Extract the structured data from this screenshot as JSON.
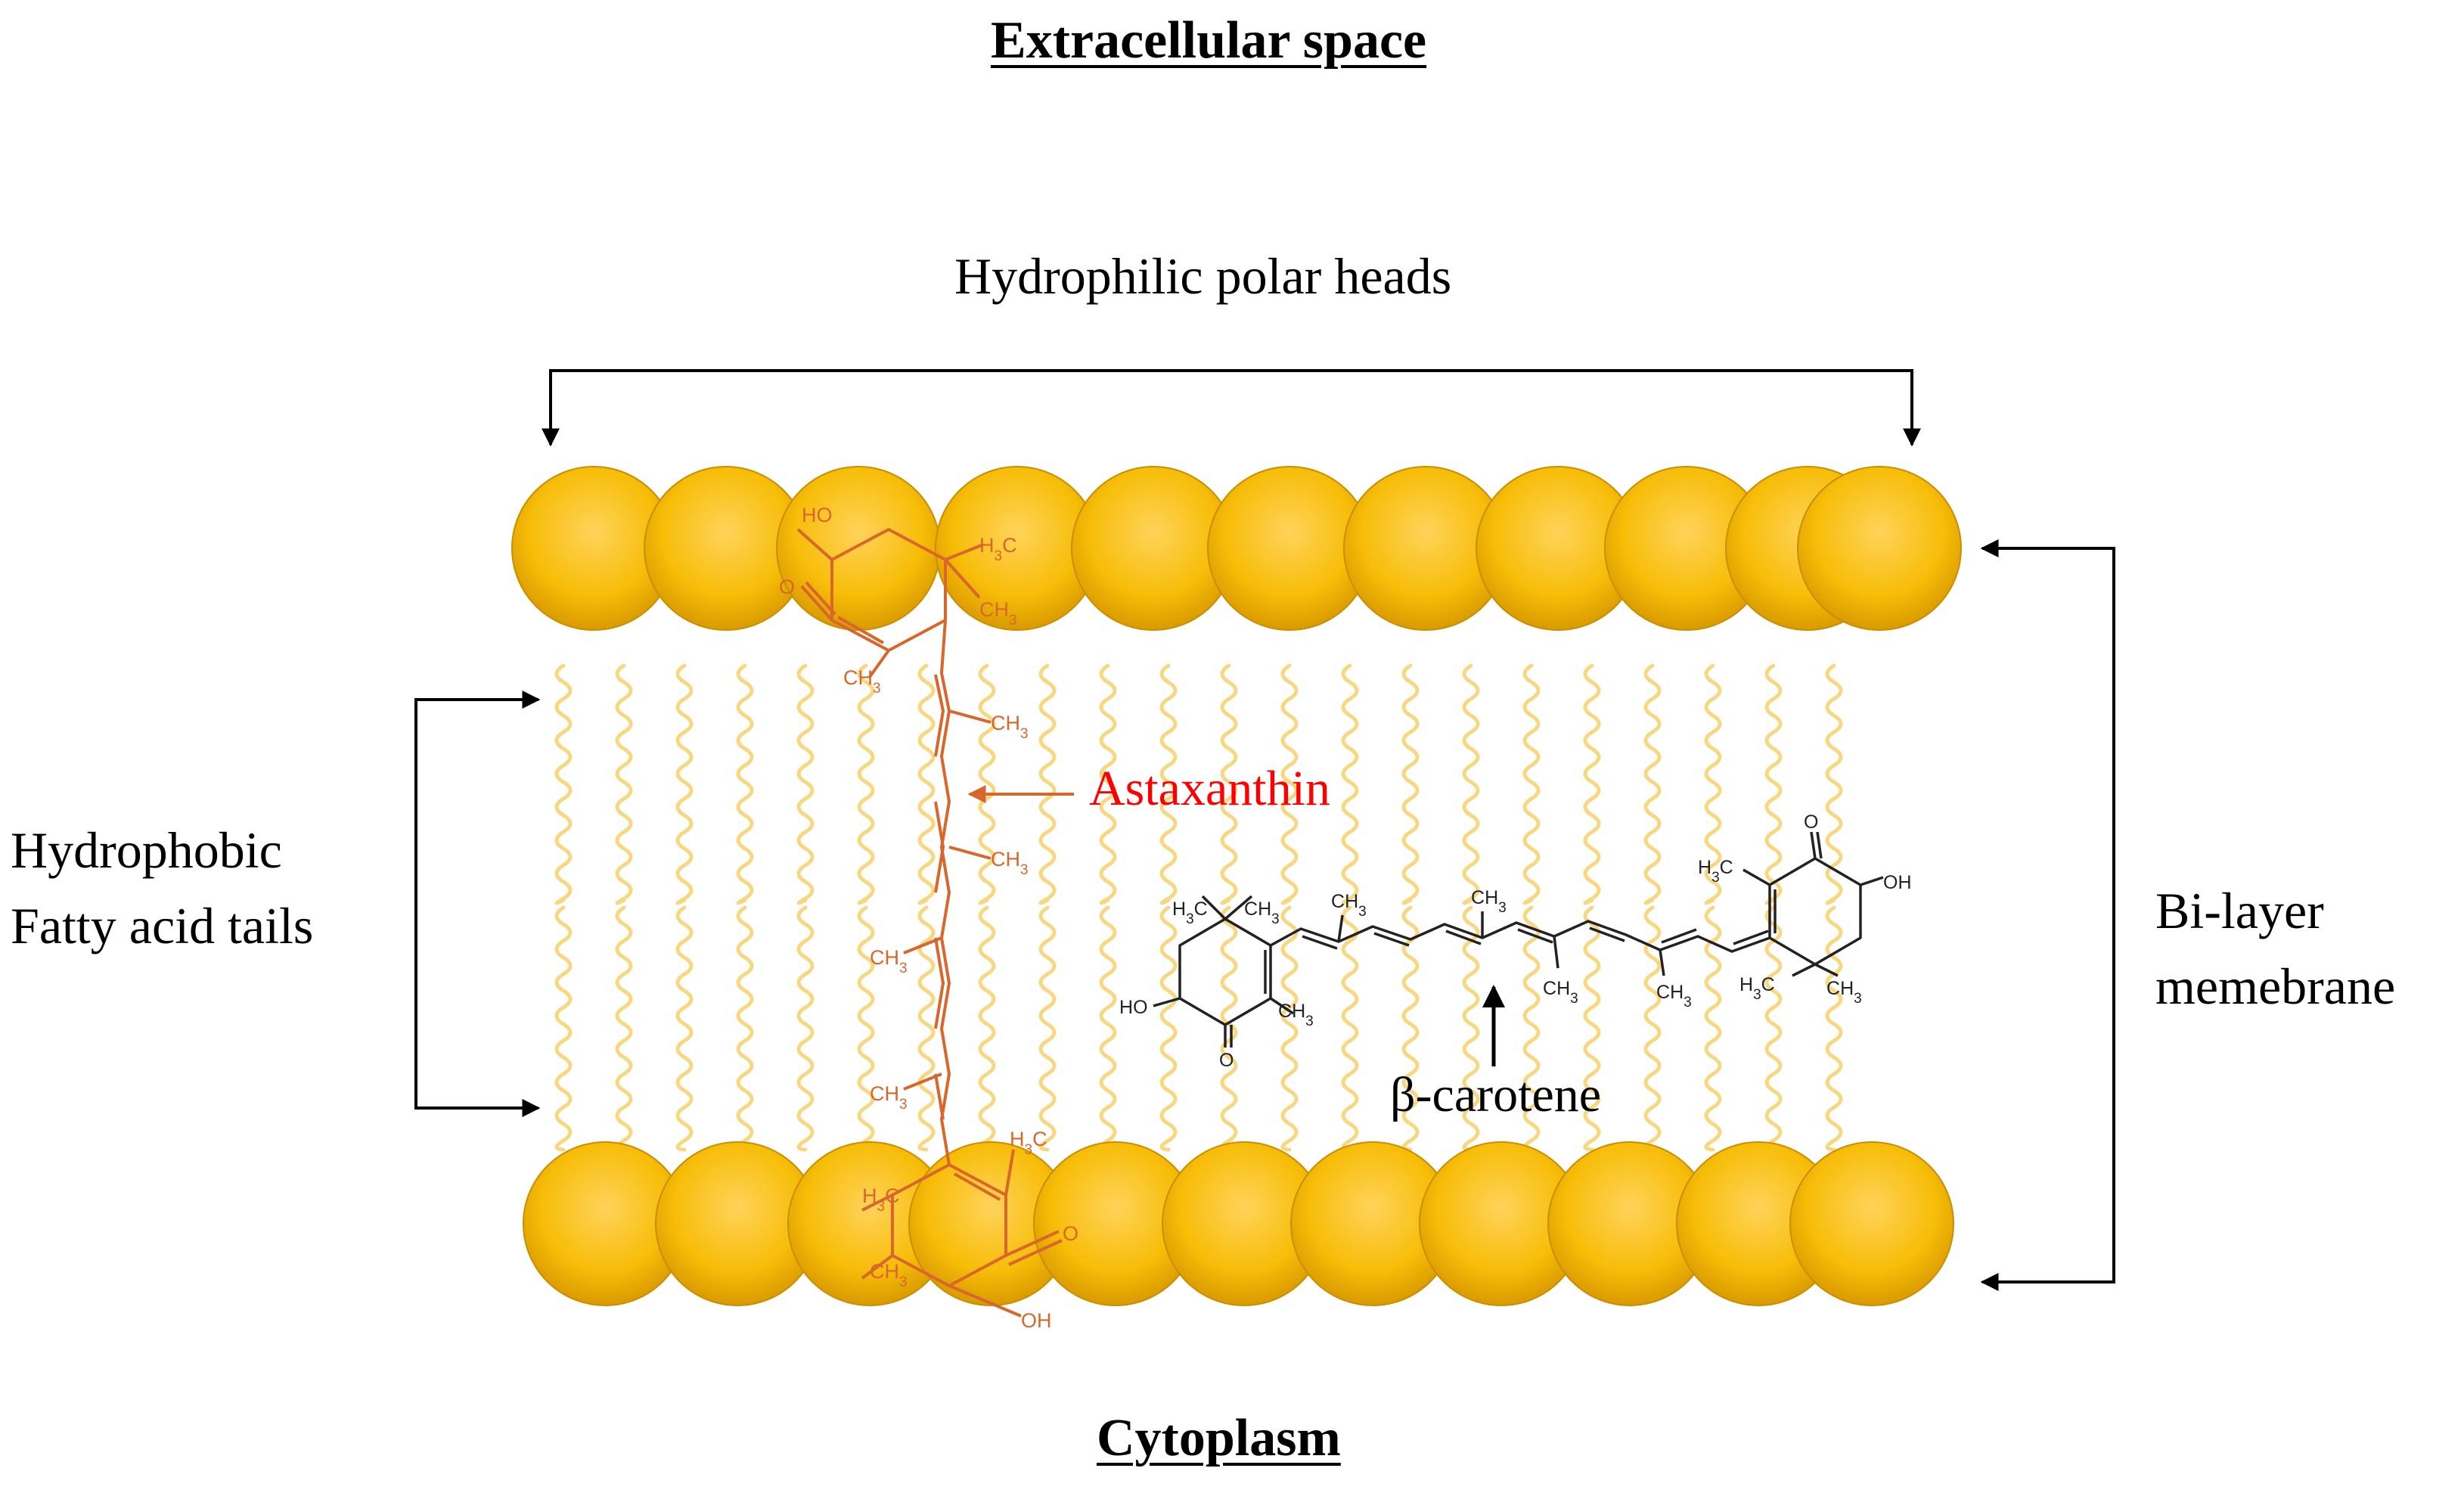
{
  "labels": {
    "top_title": "Extracellular space",
    "bottom_title": "Cytoplasm",
    "heads": "Hydrophilic polar heads",
    "tails_line1": "Hydrophobic",
    "tails_line2": "Fatty acid tails",
    "bilayer_line1": "Bi-layer",
    "bilayer_line2": "memebrane",
    "astaxanthin": "Astaxanthin",
    "beta_carotene": "β-carotene"
  },
  "astaxanthin_struct": {
    "top": {
      "ho": "HO",
      "o": "O",
      "h3c": "H3C",
      "ch3_ring": "CH3",
      "ch3_low": "CH3"
    },
    "chain": {
      "ch3_1": "CH3",
      "ch3_2": "CH3",
      "ch3_3": "CH3",
      "ch3_4": "CH3"
    },
    "bottom": {
      "h3c_top": "H3C",
      "h3c": "H3C",
      "ch3": "CH3",
      "o": "O",
      "oh": "OH"
    }
  },
  "carotene_struct": {
    "left": {
      "h3c": "H3C",
      "ch3_top": "CH3",
      "ho": "HO",
      "o": "O",
      "ch3": "CH3"
    },
    "chain": {
      "ch3_1": "CH3",
      "ch3_2": "CH3",
      "ch3_3": "CH3",
      "ch3_4": "CH3"
    },
    "right": {
      "h3c": "H3C",
      "o": "O",
      "oh": "OH",
      "h3c_low": "H3C",
      "ch3": "CH3"
    }
  },
  "colors": {
    "head_light": "#ffd35a",
    "head_mid": "#f7bd08",
    "head_dark": "#c98f00",
    "tail": "#f7d780",
    "astaxanthin": "#d9662a",
    "astaxanthin_label": "#ff0000",
    "carotene": "#222222",
    "arrow": "#000000"
  },
  "icons": {
    "heads_bracket": "bracket-down-arrows-icon",
    "tails_bracket": "bracket-right-arrows-icon",
    "bilayer_bracket": "bracket-left-arrows-icon"
  }
}
